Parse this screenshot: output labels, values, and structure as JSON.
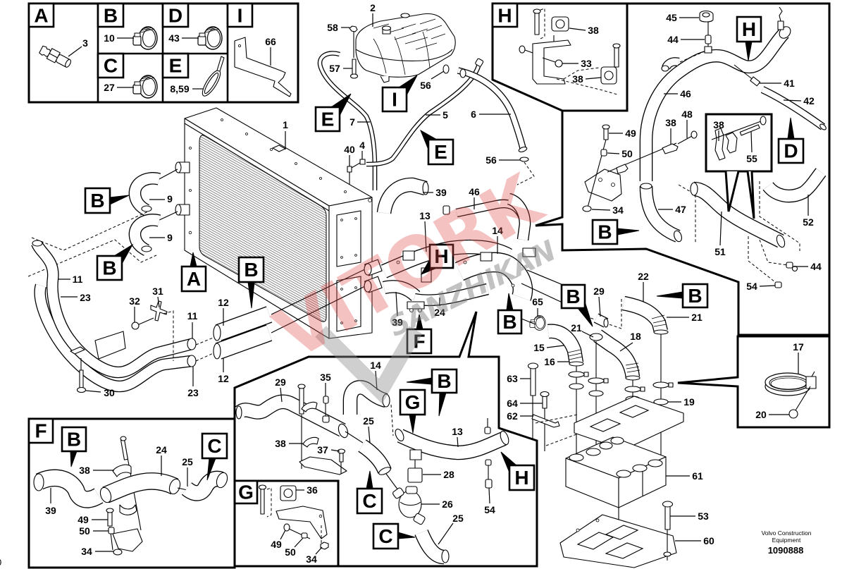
{
  "figure": {
    "publisher_line1": "Volvo Construction",
    "publisher_line2": "Equipment",
    "figure_number": "1090888",
    "edge_fragment": "0"
  },
  "watermark": {
    "brand": "VITORK",
    "subtext": "SANZHIKAN"
  },
  "key_panel": {
    "cells": [
      {
        "letter": "A",
        "part": "3"
      },
      {
        "letter": "B",
        "part": "10"
      },
      {
        "letter": "D",
        "part": "43"
      },
      {
        "letter": "I",
        "part": "66"
      },
      {
        "letter": "C",
        "part": "27"
      },
      {
        "letter": "E",
        "part": "8,59"
      }
    ]
  },
  "tank_area": {
    "callouts": [
      "I",
      "E",
      "E"
    ],
    "labels": [
      "2",
      "58",
      "57",
      "56",
      "7",
      "5",
      "6",
      "40",
      "4",
      "56"
    ]
  },
  "radiator_area": {
    "callouts": [
      "B",
      "B",
      "A",
      "B"
    ],
    "labels": [
      "1",
      "9",
      "9",
      "11",
      "23",
      "32",
      "31",
      "11",
      "12",
      "12",
      "23",
      "30"
    ]
  },
  "engine_area": {
    "callouts": [
      "H",
      "F",
      "B"
    ],
    "labels": [
      "39",
      "46",
      "13",
      "14",
      "39",
      "24"
    ]
  },
  "detail_h_bracket": {
    "letter": "H",
    "labels": [
      "38",
      "33",
      "38"
    ]
  },
  "detail_h_pipe": {
    "callouts": [
      "H",
      "D",
      "B"
    ],
    "labels": [
      "45",
      "44",
      "46",
      "41",
      "42",
      "49",
      "50",
      "38",
      "48",
      "34",
      "47",
      "51",
      "52",
      "44",
      "54"
    ],
    "inset_labels": [
      "38",
      "55"
    ]
  },
  "cooler_area": {
    "callouts": [
      "B",
      "B"
    ],
    "labels": [
      "22",
      "21",
      "29",
      "65",
      "21",
      "18",
      "15",
      "16",
      "63",
      "64",
      "62",
      "19",
      "61",
      "53",
      "60"
    ]
  },
  "detail_clamp": {
    "labels": [
      "17",
      "20"
    ]
  },
  "detail_f": {
    "letter": "F",
    "callouts": [
      "B",
      "C"
    ],
    "labels": [
      "39",
      "38",
      "24",
      "25",
      "49",
      "50",
      "34"
    ]
  },
  "detail_thermostat": {
    "callouts": [
      "B",
      "G",
      "C",
      "C",
      "H"
    ],
    "labels": [
      "29",
      "35",
      "14",
      "25",
      "13",
      "38",
      "37",
      "28",
      "26",
      "25",
      "54"
    ]
  },
  "detail_g": {
    "letter": "G",
    "labels": [
      "36",
      "49",
      "50",
      "34"
    ]
  }
}
